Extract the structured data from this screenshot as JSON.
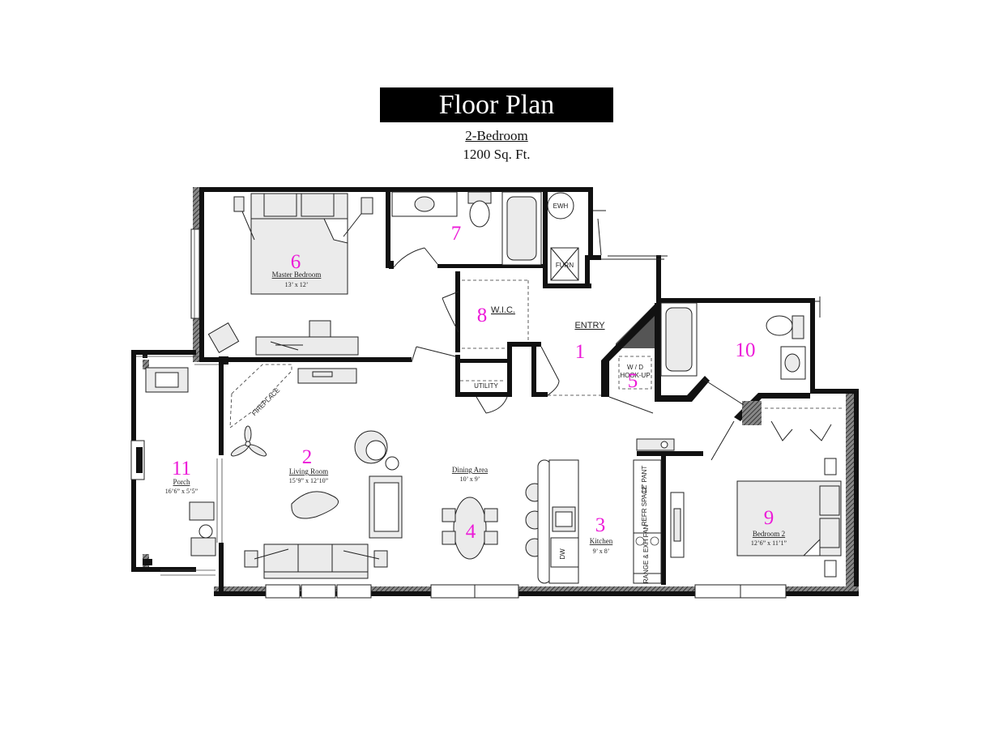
{
  "header": {
    "title": "Floor Plan",
    "subtitle": "2-Bedroom",
    "area": "1200 Sq. Ft."
  },
  "rooms": [
    {
      "number": "1",
      "name": "ENTRY"
    },
    {
      "number": "2",
      "name": "Living Room",
      "size": "15’9” x 12’10”"
    },
    {
      "number": "3",
      "name": "Kitchen",
      "size": "9’ x 8’"
    },
    {
      "number": "4",
      "name": "Dining Area",
      "size": "10’ x 9’"
    },
    {
      "number": "5",
      "name": "W / D HOOK-UP"
    },
    {
      "number": "6",
      "name": "Master Bedroom",
      "size": "13’ x 12’"
    },
    {
      "number": "7",
      "name": ""
    },
    {
      "number": "8",
      "name": "W.I.C."
    },
    {
      "number": "9",
      "name": "Bedroom 2",
      "size": "12’6” x 11’1”"
    },
    {
      "number": "10",
      "name": ""
    },
    {
      "number": "11",
      "name": "Porch",
      "size": "16’6” x 5’5”"
    }
  ],
  "fixtures": {
    "ewh": "EWH",
    "furn": "FURN",
    "utility": "UTILITY",
    "fireplace": "FIREPLACE",
    "dw": "DW",
    "refr": "REFR SPACE",
    "pantry": "12” PANT",
    "range": "RANGE & EXH FAN"
  },
  "colors": {
    "room_number": "#ec1bd8",
    "walls": "#111111",
    "title_bg": "#000000"
  }
}
